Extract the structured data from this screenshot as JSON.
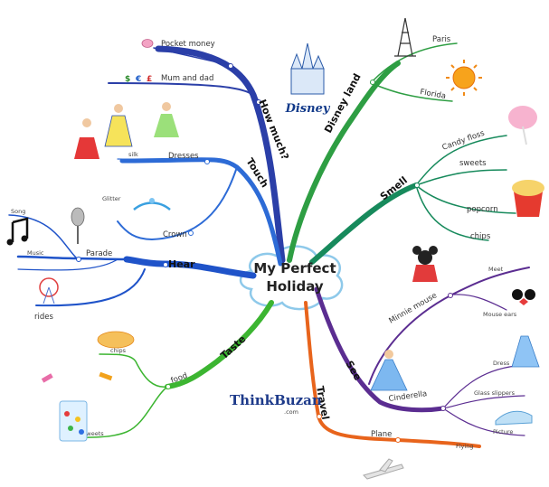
{
  "center": {
    "line1": "My Perfect",
    "line2": "Holiday"
  },
  "branches": {
    "how_much": {
      "label": "How much?",
      "color": "#2b3fa8",
      "items": {
        "pocket": "Pocket money",
        "mum": "Mum and dad"
      }
    },
    "touch": {
      "label": "Touch",
      "color": "#2d6bd6",
      "items": {
        "dresses": "Dresses",
        "silk": "silk",
        "glitter": "Glitter",
        "crown": "Crown"
      }
    },
    "hear": {
      "label": "Hear",
      "color": "#1f53c9",
      "items": {
        "song": "Song",
        "music": "Music",
        "parade": "Parade",
        "rides": "rides"
      }
    },
    "taste": {
      "label": "Taste",
      "color": "#3cb531",
      "items": {
        "food": "food",
        "chips": "chips",
        "sweets": "sweets"
      }
    },
    "disney": {
      "label": "Disney land",
      "color": "#2e9e43",
      "items": {
        "paris": "Paris",
        "florida": "Florida"
      }
    },
    "smell": {
      "label": "Smell",
      "color": "#178a5c",
      "items": {
        "candy": "Candy floss",
        "sweets": "sweets",
        "popcorn": "popcorn",
        "chips": "chips"
      }
    },
    "see": {
      "label": "See",
      "color": "#5b2d91",
      "items": {
        "minnie": "Minnie mouse",
        "meet": "Meet",
        "ears": "Mouse ears",
        "cinderella": "Cinderella",
        "dress": "Dress",
        "slippers": "Glass slippers",
        "picture": "Picture"
      }
    },
    "travel": {
      "label": "Travel",
      "color": "#e8641c",
      "items": {
        "plane": "Plane",
        "flying": "Flying"
      }
    }
  },
  "logos": {
    "disney": "Disney",
    "thinkbuzan": "ThinkBuzan",
    "thinkbuzan_dot": ".com",
    "currency": [
      "$",
      "€",
      "£"
    ]
  }
}
